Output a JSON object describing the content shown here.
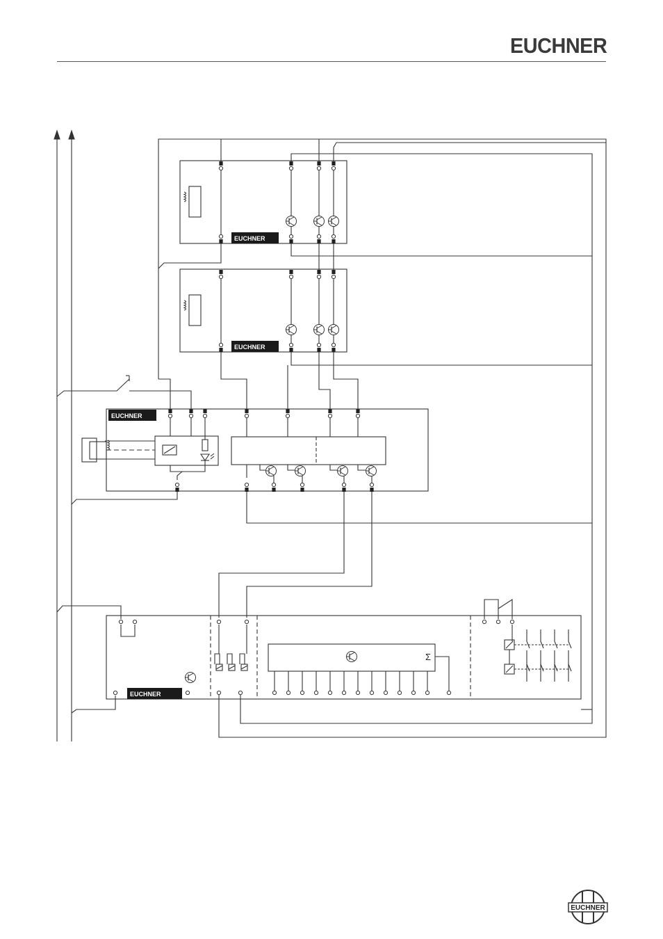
{
  "header": {
    "brand": "EUCHNER"
  },
  "modules": {
    "safety_switch_1": {
      "label": "EUCHNER"
    },
    "safety_switch_2": {
      "label": "EUCHNER"
    },
    "evaluation_unit": {
      "label": "EUCHNER"
    },
    "control_unit": {
      "label": "EUCHNER"
    }
  },
  "symbols": {
    "sum": "Σ"
  },
  "footer": {
    "badge": "EUCHNER"
  },
  "colors": {
    "line": "#333333",
    "label_bg": "#1a1a1a",
    "label_text": "#ffffff"
  }
}
